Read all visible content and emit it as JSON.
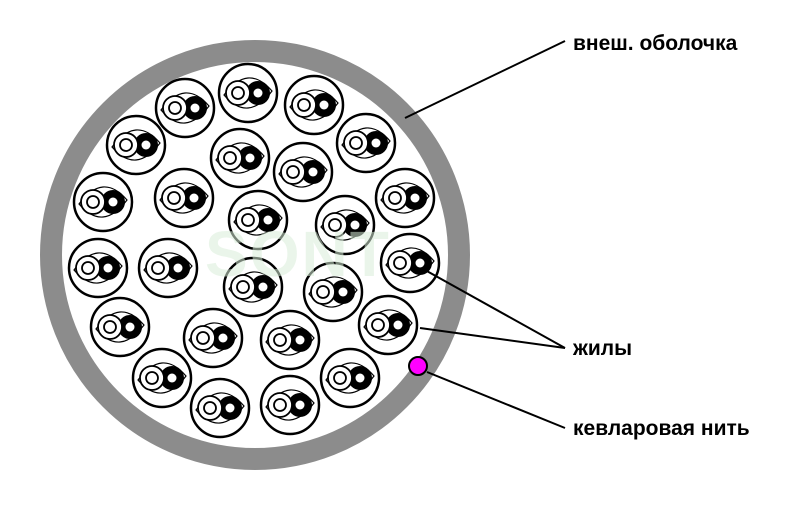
{
  "labels": {
    "sheath": "внеш. оболочка",
    "cores": "жилы",
    "kevlar": "кевларовая нить"
  },
  "watermark": {
    "text": "SONT"
  },
  "colors": {
    "sheath": "#8c8c8c",
    "kevlar": "#ff00ff",
    "line": "#000000",
    "watermark": "#d9eed9"
  },
  "icons": {
    "core": "twisted-pair-core-icon"
  }
}
